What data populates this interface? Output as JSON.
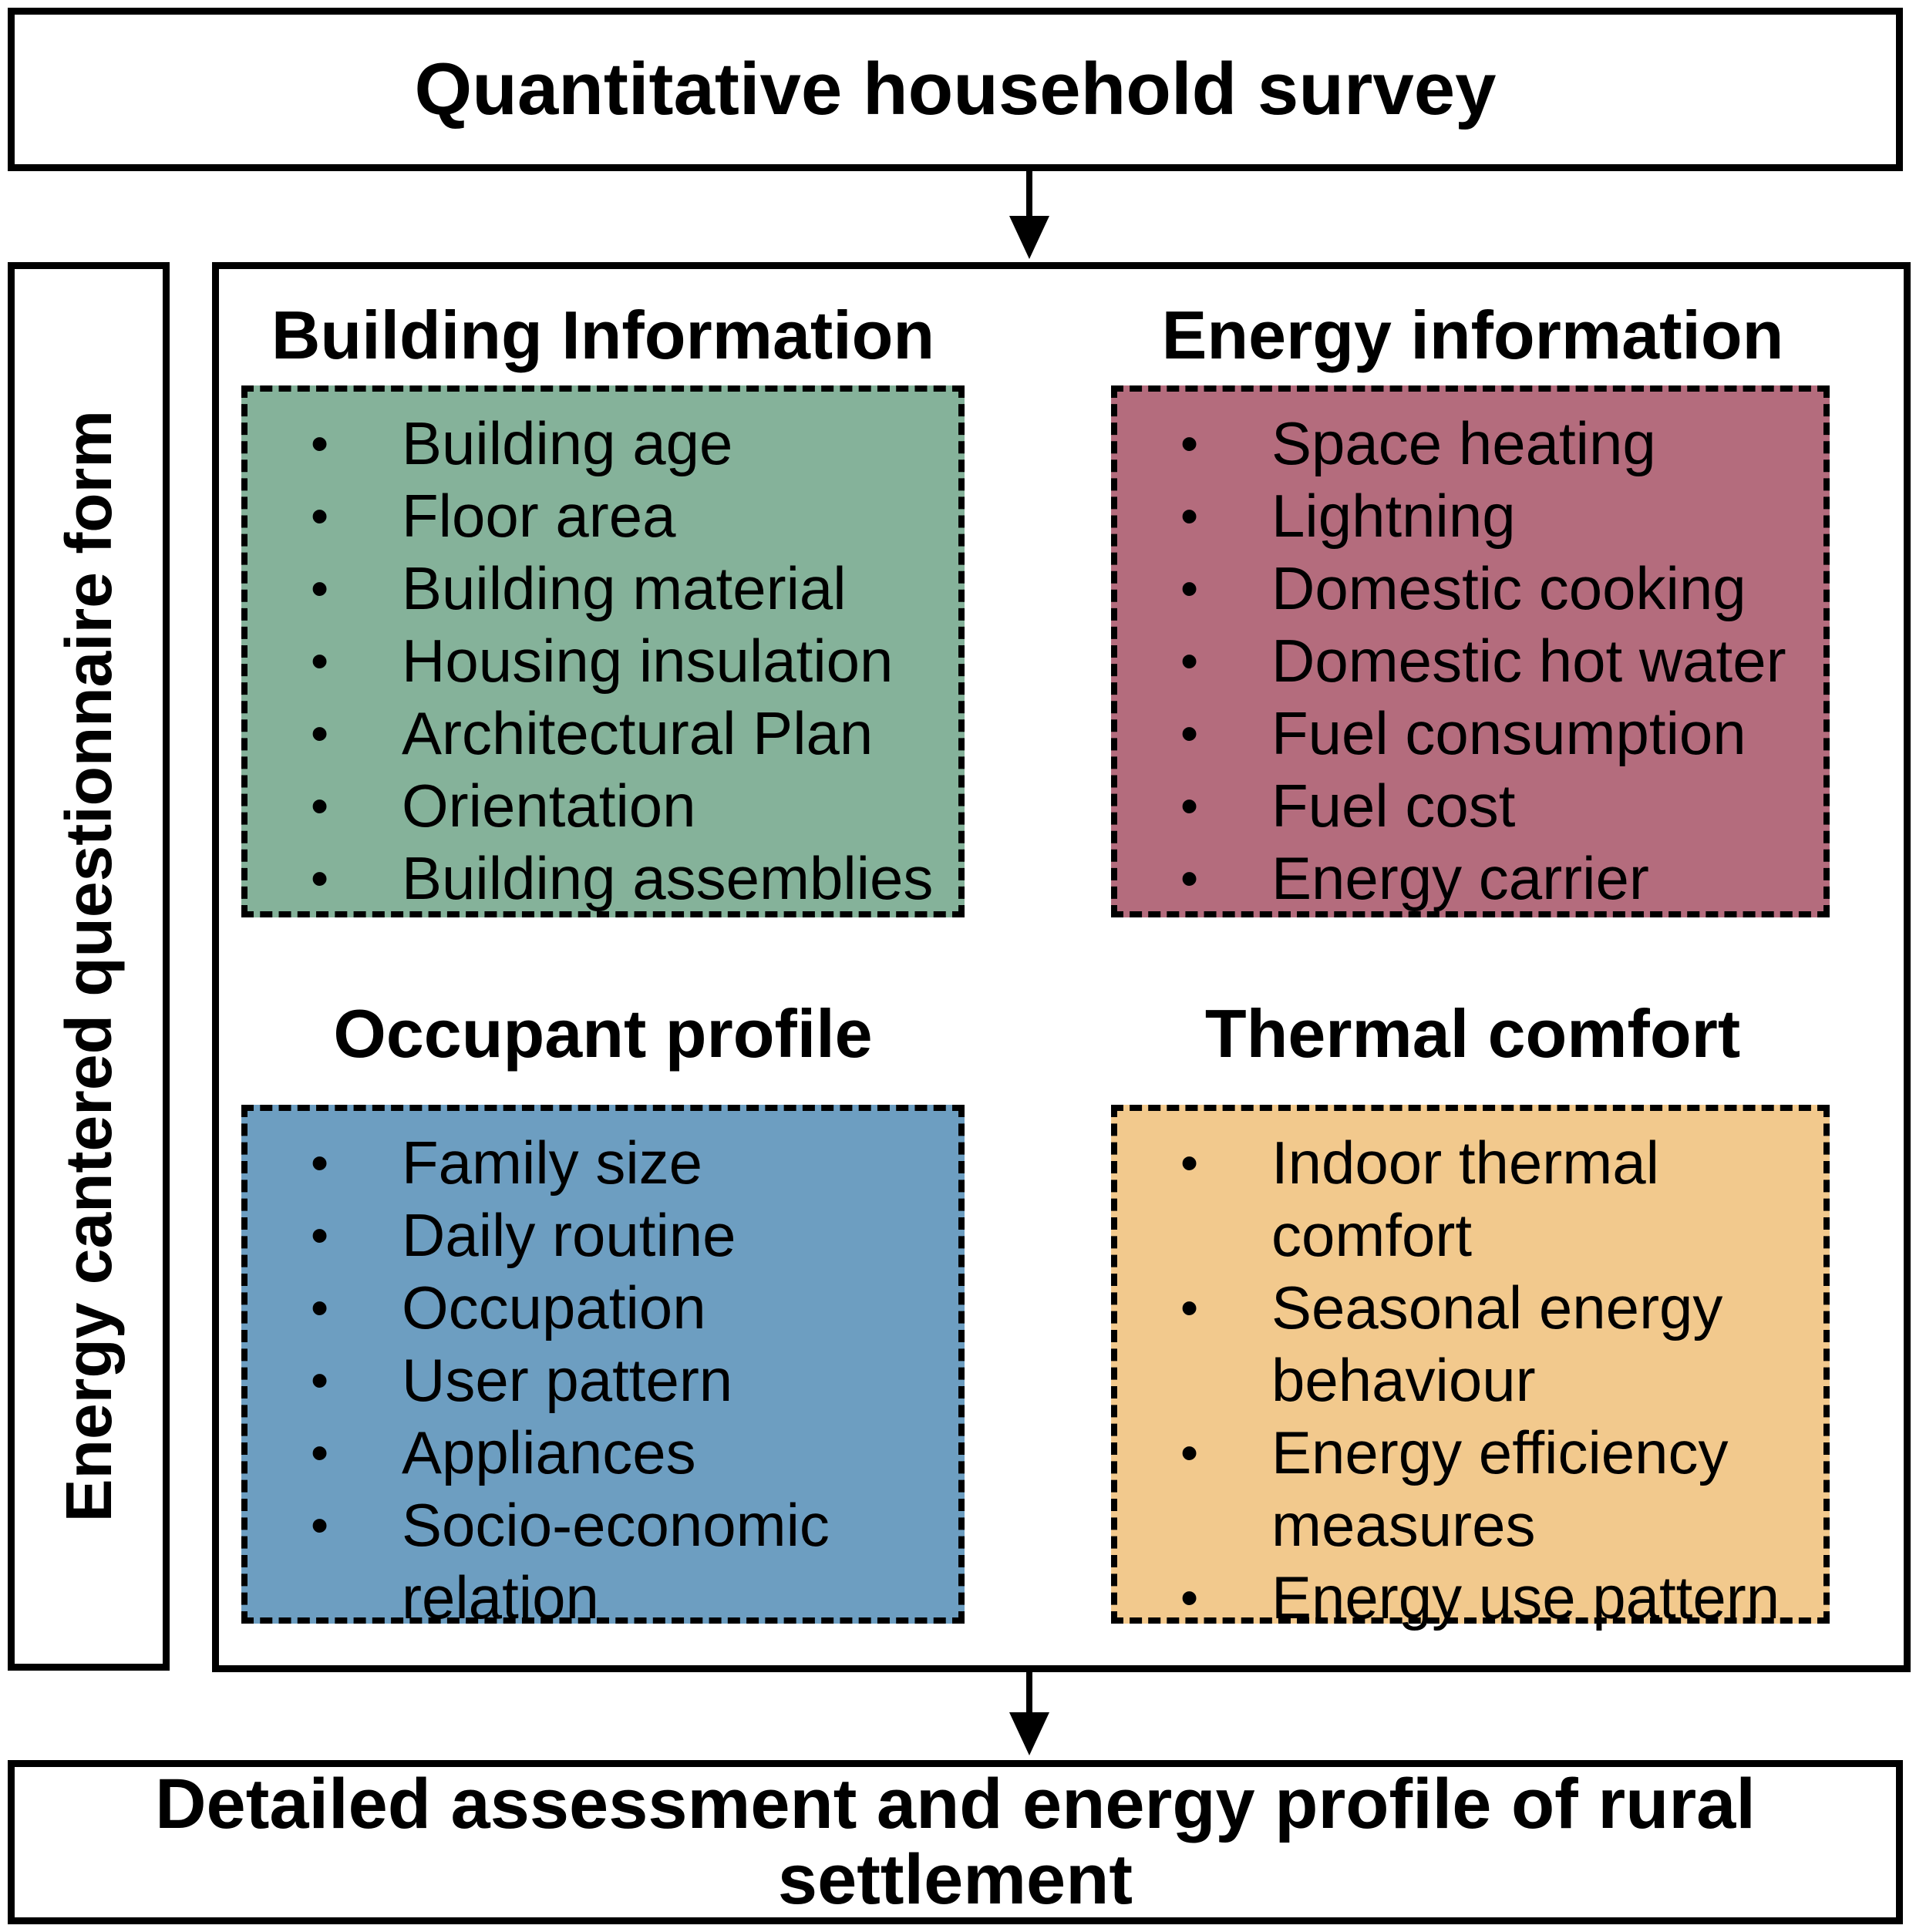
{
  "figure": {
    "top_box": {
      "label": "Quantitative household survey"
    },
    "sidebar": {
      "label": "Energy cantered questionnaire form"
    },
    "bottom_box": {
      "label": "Detailed assessment and energy profile of rural\nsettlement"
    },
    "ui": {
      "bullet_char": "•",
      "arrow_direction": "down"
    },
    "colors": {
      "border": "#000000",
      "background": "#FFFFFF",
      "building_green": "#85B29A",
      "energy_rose": "#B46C7D",
      "occupant_blue": "#6D9EC1",
      "thermal_orange": "#F2C98D"
    },
    "sections": [
      {
        "id": "building-information",
        "title": "Building Information",
        "color": "#85B29A",
        "items": [
          "Building age",
          "Floor area",
          "Building material",
          "Housing insulation",
          "Architectural Plan",
          "Orientation",
          "Building assemblies"
        ]
      },
      {
        "id": "energy-information",
        "title": "Energy information",
        "color": "#B46C7D",
        "items": [
          "Space heating",
          "Lightning",
          "Domestic cooking",
          "Domestic hot water",
          "Fuel consumption",
          "Fuel cost",
          "Energy carrier"
        ]
      },
      {
        "id": "occupant-profile",
        "title": "Occupant profile",
        "color": "#6D9EC1",
        "items": [
          "Family size",
          "Daily routine",
          "Occupation",
          "User pattern",
          "Appliances",
          "Socio-economic\nrelation"
        ]
      },
      {
        "id": "thermal-comfort",
        "title": "Thermal comfort",
        "color": "#F2C98D",
        "items": [
          "Indoor thermal\ncomfort",
          "Seasonal energy\nbehaviour",
          "Energy efficiency\nmeasures",
          "Energy use pattern"
        ]
      }
    ]
  }
}
